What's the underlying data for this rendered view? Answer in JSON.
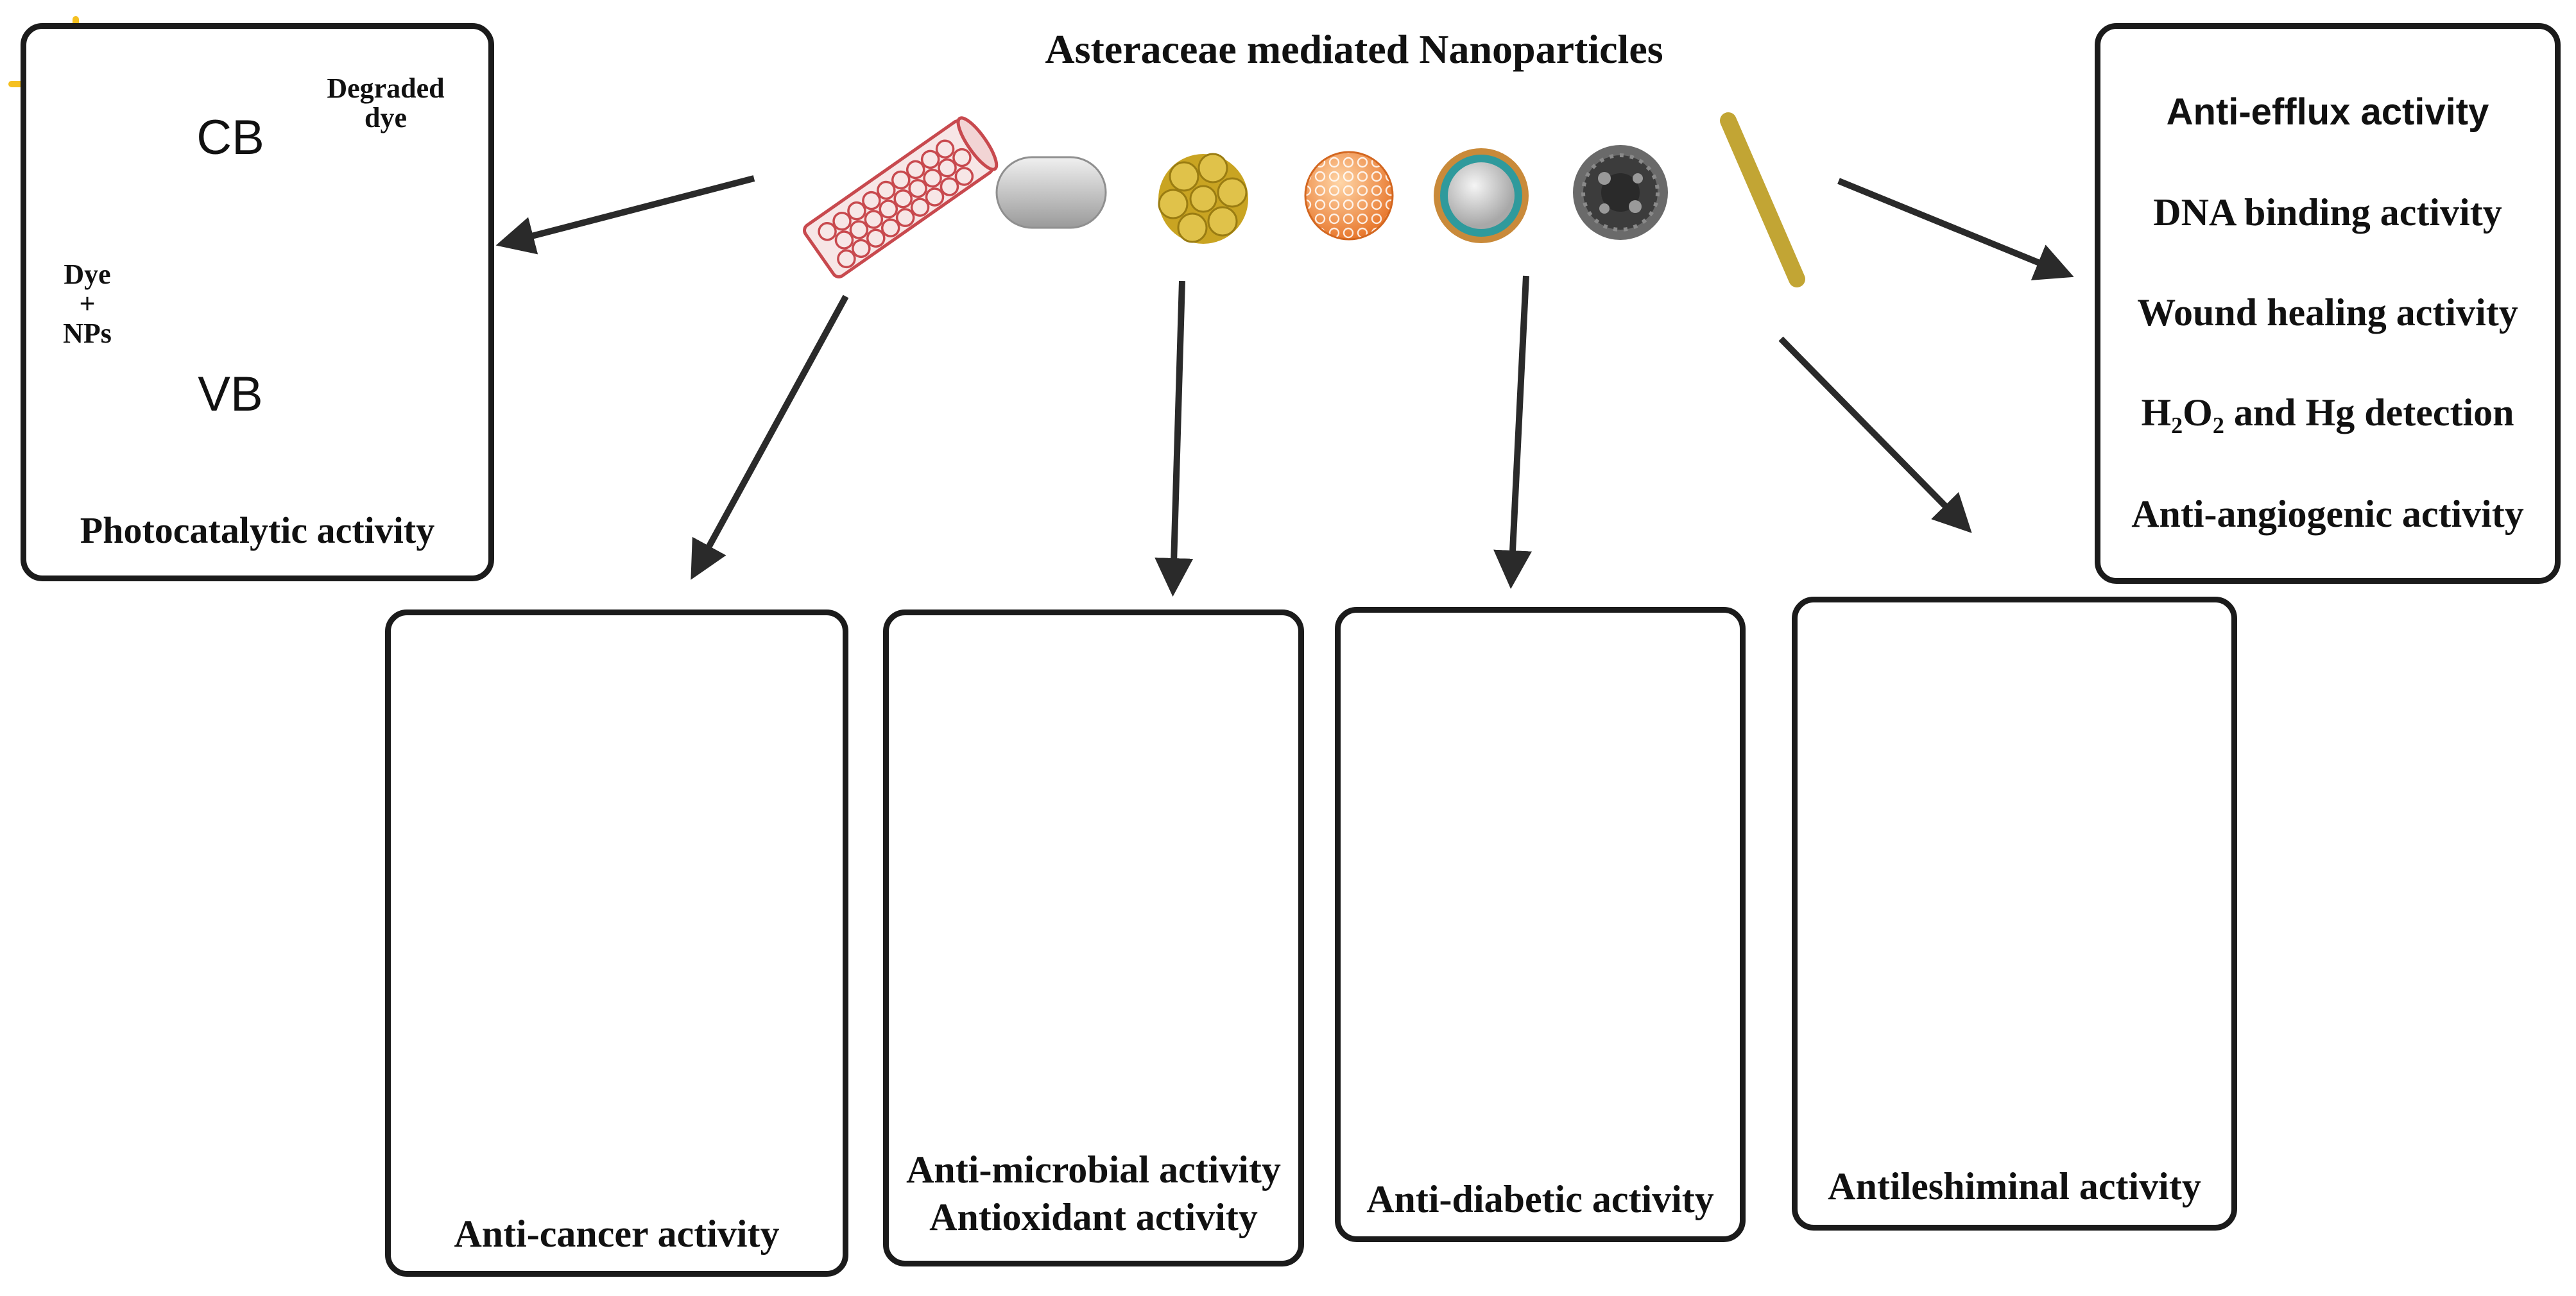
{
  "title": "Asteraceae mediated Nanoparticles",
  "photocatalytic": {
    "label": "Photocatalytic activity",
    "degraded": "Degraded\ndye",
    "dye_nps": "Dye\n+\nNPs",
    "cb": "CB",
    "vb": "VB"
  },
  "right_list": [
    "Anti-efflux activity",
    "DNA binding activity",
    "Wound healing activity",
    "H₂O₂ and Hg detection",
    "Anti-angiogenic activity"
  ],
  "boxes": {
    "anticancer": "Anti-cancer activity",
    "antimicrobial_1": "Anti-microbial activity",
    "antimicrobial_2": "Antioxidant activity",
    "antidiabetic": "Anti-diabetic activity",
    "antileishmanial": "Antileshiminal activity"
  },
  "icons": {
    "sun": "sun-icon",
    "nanotube": "nanotube-icon",
    "nanorod": "nanorod-icon",
    "nanoflower": "nanoflower-icon",
    "nanosphere": "nanosphere-icon",
    "coreshell": "core-shell-nanoparticle-icon",
    "spiky": "spiky-nanoparticle-icon",
    "nanowire": "nanowire-icon"
  },
  "colors": {
    "box_border": "#1b1b1b",
    "arrow": "#2a2a2a",
    "band_red": "#c43b3b",
    "ellipse_fill": "#dde9f8",
    "ellipse_stroke": "#8db2de",
    "sun": "#f5c020",
    "cell_red": "#cf3e3e",
    "leish_purple": "#a377c0",
    "body_gray": "#e3e3e3"
  }
}
